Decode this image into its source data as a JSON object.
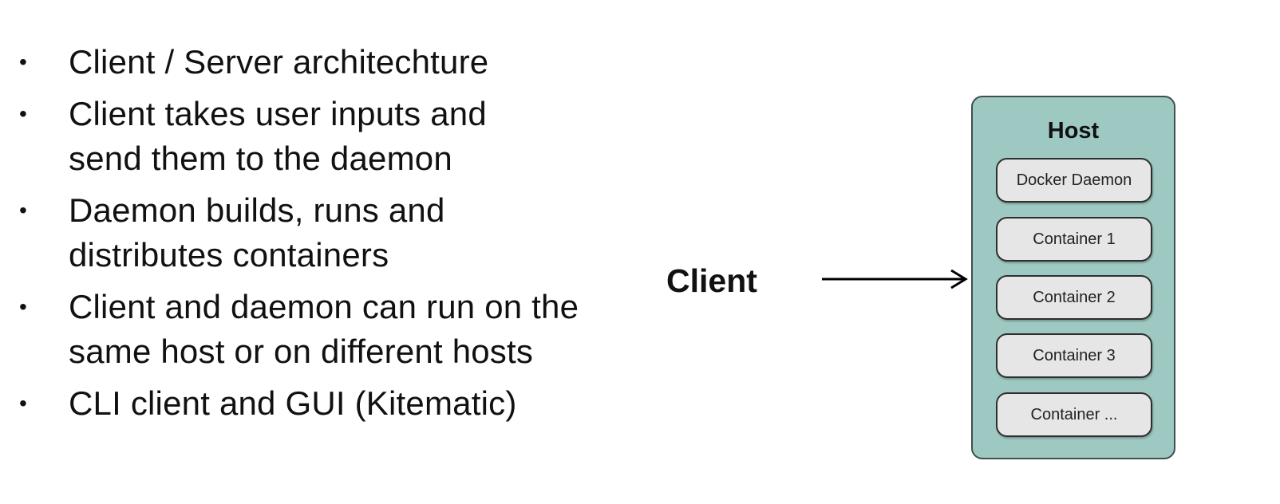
{
  "bullets": [
    "Client / Server architechture",
    "Client takes user inputs and send them to the daemon",
    "Daemon builds, runs and distributes containers",
    "Client and daemon can run on the same host or on different hosts",
    "CLI client and GUI (Kitematic)"
  ],
  "bullet_symbol": "•",
  "diagram": {
    "client_label": "Client",
    "host": {
      "title": "Host",
      "items": [
        "Docker Daemon",
        "Container 1",
        "Container 2",
        "Container 3",
        "Container ..."
      ],
      "box_color": "#9ec9c3",
      "item_color": "#e6e6e6"
    }
  }
}
